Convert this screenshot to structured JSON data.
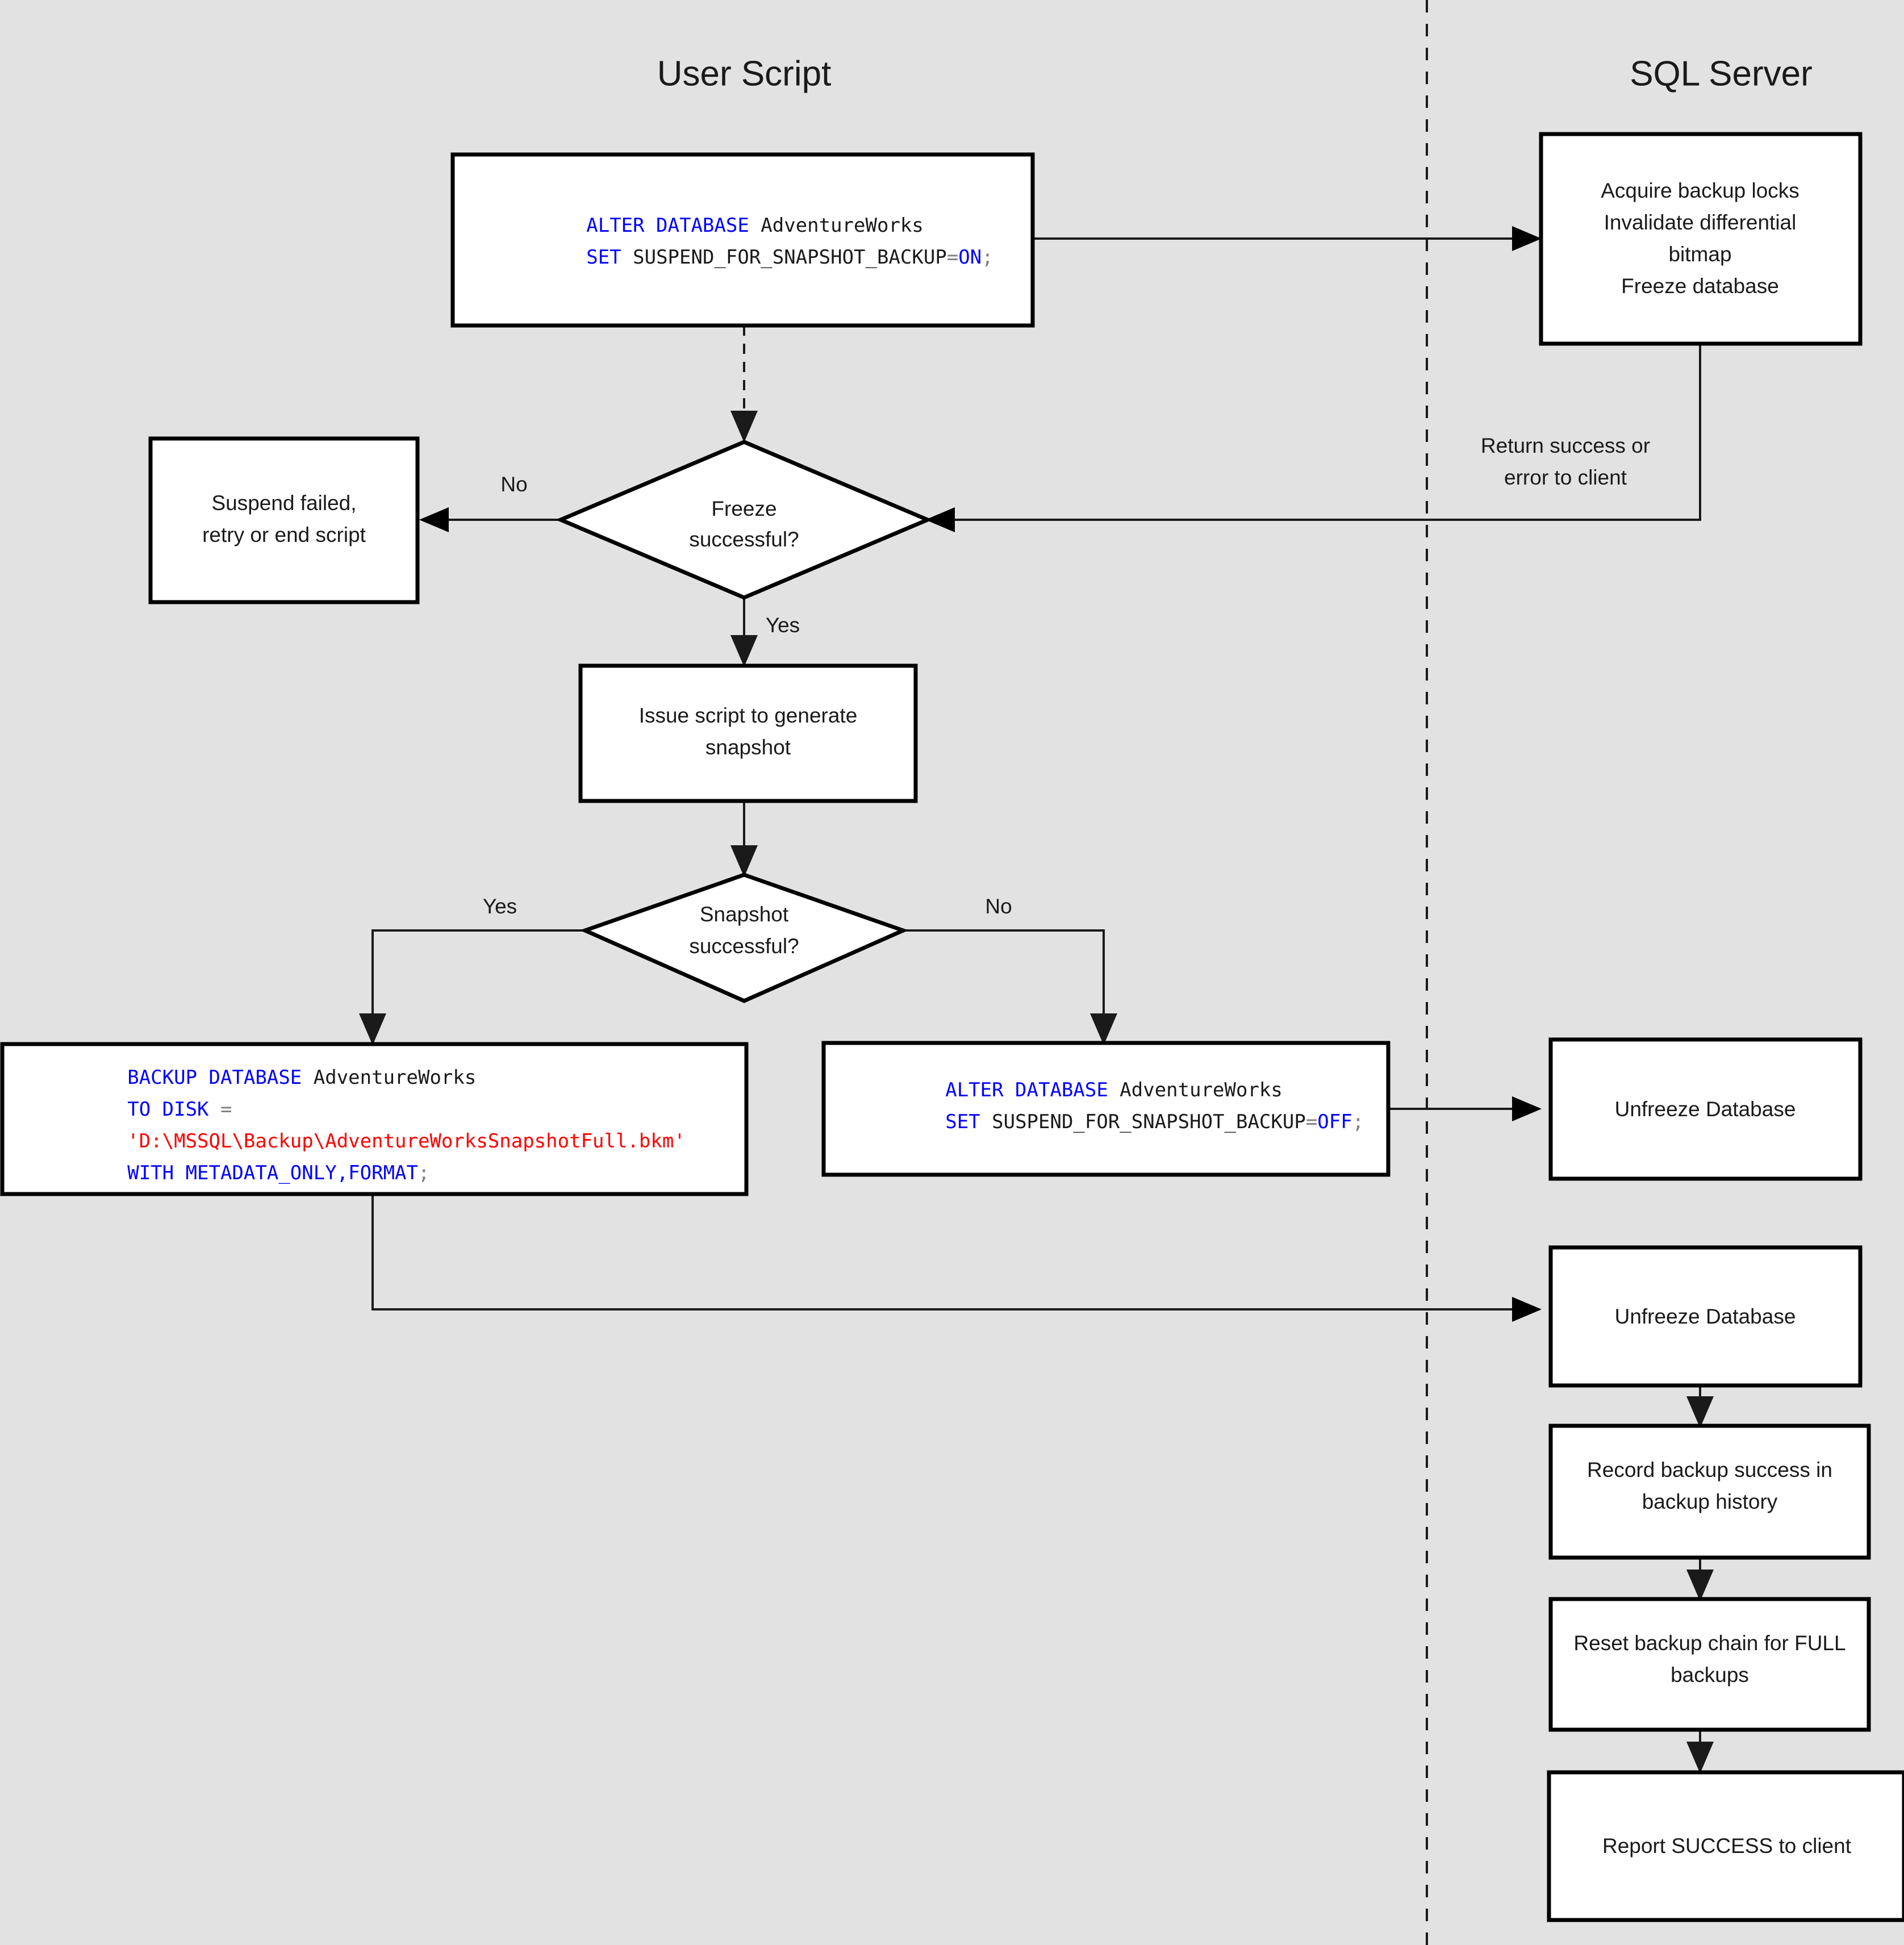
{
  "lanes": [
    {
      "id": "user-script",
      "title": "User Script"
    },
    {
      "id": "sql-server",
      "title": "SQL Server"
    }
  ],
  "nodes": {
    "alter_on": {
      "type": "code-box",
      "lines": [
        [
          {
            "t": "ALTER DATABASE ",
            "c": "kw"
          },
          {
            "t": "AdventureWorks",
            "c": "idn"
          }
        ],
        [
          {
            "t": "SET ",
            "c": "kw"
          },
          {
            "t": "SUSPEND_FOR_SNAPSHOT_BACKUP",
            "c": "idn"
          },
          {
            "t": "=",
            "c": "op"
          },
          {
            "t": "ON",
            "c": "kw"
          },
          {
            "t": ";",
            "c": "pun"
          }
        ]
      ]
    },
    "acquire_locks": {
      "type": "box",
      "lines": [
        "Acquire backup locks",
        "Invalidate differential",
        "bitmap",
        "Freeze database"
      ]
    },
    "freeze_decision": {
      "type": "diamond",
      "lines": [
        "Freeze",
        "successful?"
      ]
    },
    "suspend_failed": {
      "type": "box",
      "lines": [
        "Suspend failed,",
        "retry or end script"
      ]
    },
    "issue_script": {
      "type": "box",
      "lines": [
        "Issue script to generate",
        "snapshot"
      ]
    },
    "snapshot_decision": {
      "type": "diamond",
      "lines": [
        "Snapshot",
        "successful?"
      ]
    },
    "backup_database": {
      "type": "code-box",
      "lines": [
        [
          {
            "t": "BACKUP DATABASE ",
            "c": "kw"
          },
          {
            "t": "AdventureWorks",
            "c": "idn"
          }
        ],
        [
          {
            "t": "TO DISK ",
            "c": "kw"
          },
          {
            "t": "=",
            "c": "op"
          }
        ],
        [
          {
            "t": "'D:\\MSSQL\\Backup\\AdventureWorksSnapshotFull.bkm'",
            "c": "str"
          }
        ],
        [
          {
            "t": "WITH METADATA_ONLY,FORMAT",
            "c": "kw"
          },
          {
            "t": ";",
            "c": "pun"
          }
        ]
      ]
    },
    "alter_off": {
      "type": "code-box",
      "lines": [
        [
          {
            "t": "ALTER DATABASE ",
            "c": "kw"
          },
          {
            "t": "AdventureWorks",
            "c": "idn"
          }
        ],
        [
          {
            "t": "SET ",
            "c": "kw"
          },
          {
            "t": "SUSPEND_FOR_SNAPSHOT_BACKUP",
            "c": "idn"
          },
          {
            "t": "=",
            "c": "op"
          },
          {
            "t": "OFF",
            "c": "kw"
          },
          {
            "t": ";",
            "c": "pun"
          }
        ]
      ]
    },
    "unfreeze_1": {
      "type": "box",
      "lines": [
        "Unfreeze Database"
      ]
    },
    "unfreeze_2": {
      "type": "box",
      "lines": [
        "Unfreeze Database"
      ]
    },
    "record_backup": {
      "type": "box",
      "lines": [
        "Record backup success in",
        "backup history"
      ]
    },
    "reset_chain": {
      "type": "box",
      "lines": [
        "Reset backup chain for FULL",
        "backups"
      ]
    },
    "report_success": {
      "type": "box",
      "lines": [
        "Report SUCCESS to client"
      ]
    }
  },
  "edge_labels": {
    "freeze_no": "No",
    "freeze_yes": "Yes",
    "snapshot_yes": "Yes",
    "snapshot_no": "No",
    "return_client_1": "Return success or",
    "return_client_2": "error to client"
  },
  "colors": {
    "canvas": "#e2e2e2",
    "node_fill": "#ffffff",
    "stroke": "#000000",
    "keyword": "#0000ff",
    "string": "#ff0000",
    "operator": "#808080",
    "identifier": "#1a1a1a"
  }
}
